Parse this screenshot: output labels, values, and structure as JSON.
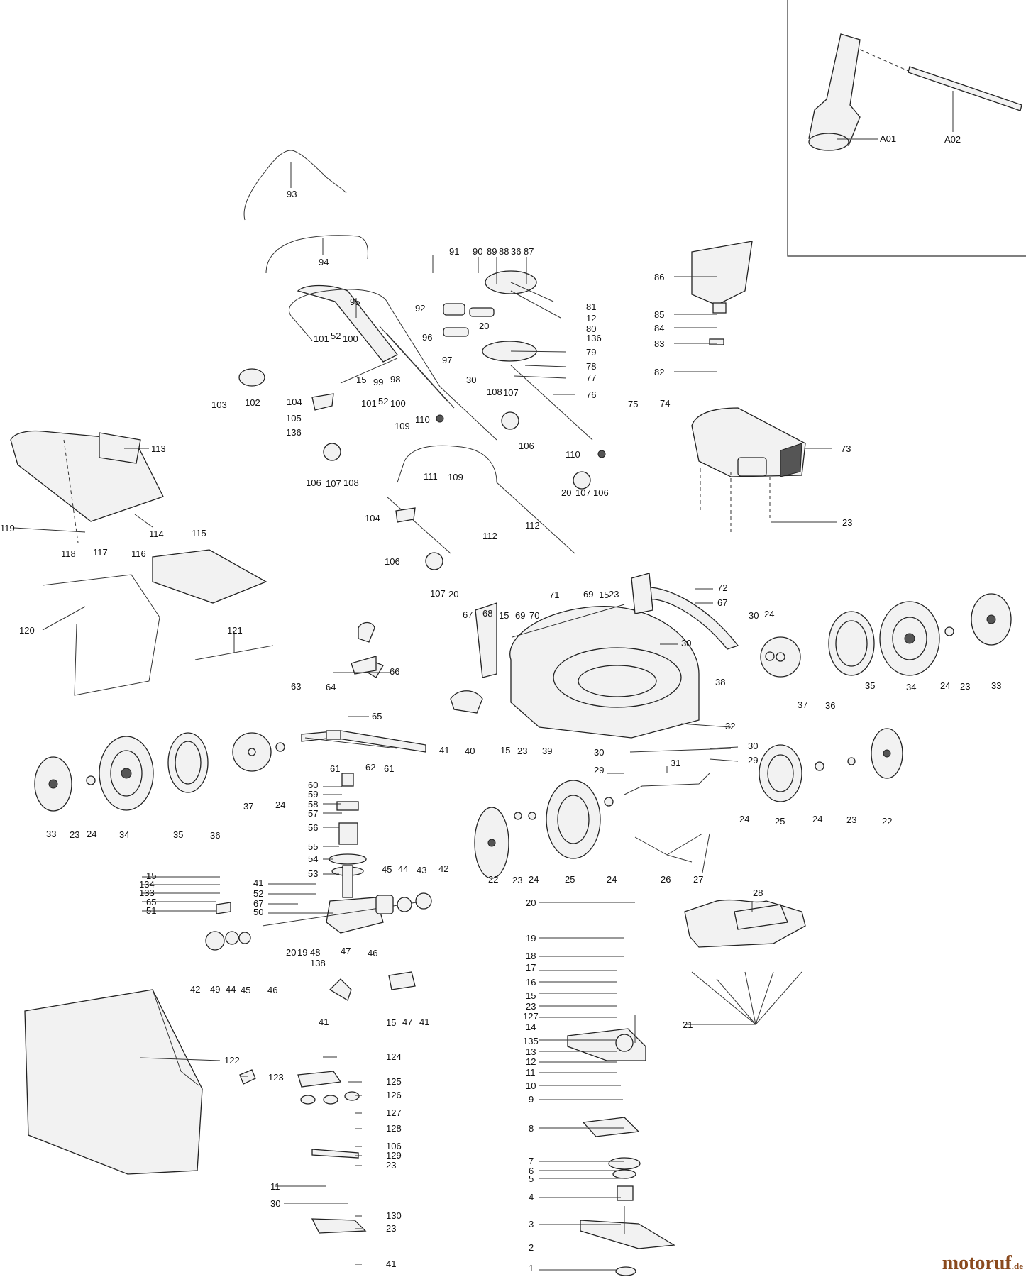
{
  "brand": {
    "name": "motoruf",
    "suffix": ".de",
    "color": "#8a4a1e"
  },
  "callouts": {
    "p1": "1",
    "p2": "2",
    "p3": "3",
    "p4": "4",
    "p5": "5",
    "p6": "6",
    "p7": "7",
    "p8": "8",
    "p9": "9",
    "p10": "10",
    "p11": "11",
    "p12": "12",
    "p13": "13",
    "p14": "14",
    "p15": "15",
    "p16": "16",
    "p17": "17",
    "p18": "18",
    "p19": "19",
    "p20": "20",
    "p21": "21",
    "p22": "22",
    "p23": "23",
    "p24": "24",
    "p25": "25",
    "p26": "26",
    "p27": "27",
    "p28": "28",
    "p29": "29",
    "p30": "30",
    "p31": "31",
    "p32": "32",
    "p33": "33",
    "p34": "34",
    "p35": "35",
    "p36": "36",
    "p37": "37",
    "p38": "38",
    "p39": "39",
    "p40": "40",
    "p41": "41",
    "p42": "42",
    "p43": "43",
    "p44": "44",
    "p45": "45",
    "p46": "46",
    "p47": "47",
    "p48": "48",
    "p49": "49",
    "p50": "50",
    "p51": "51",
    "p52": "52",
    "p53": "53",
    "p54": "54",
    "p55": "55",
    "p56": "56",
    "p57": "57",
    "p58": "58",
    "p59": "59",
    "p60": "60",
    "p61": "61",
    "p62": "62",
    "p63": "63",
    "p64": "64",
    "p65": "65",
    "p66": "66",
    "p67": "67",
    "p68": "68",
    "p69": "69",
    "p70": "70",
    "p71": "71",
    "p72": "72",
    "p73": "73",
    "p74": "74",
    "p75": "75",
    "p76": "76",
    "p77": "77",
    "p78": "78",
    "p79": "79",
    "p80": "80",
    "p81": "81",
    "p82": "82",
    "p83": "83",
    "p84": "84",
    "p85": "85",
    "p86": "86",
    "p87": "87",
    "p88": "88",
    "p89": "89",
    "p90": "90",
    "p91": "91",
    "p92": "92",
    "p93": "93",
    "p94": "94",
    "p95": "95",
    "p96": "96",
    "p97": "97",
    "p98": "98",
    "p99": "99",
    "p100": "100",
    "p101": "101",
    "p102": "102",
    "p103": "103",
    "p104": "104",
    "p105": "105",
    "p106": "106",
    "p107": "107",
    "p108": "108",
    "p109": "109",
    "p110": "110",
    "p111": "111",
    "p112": "112",
    "p113": "113",
    "p114": "114",
    "p115": "115",
    "p116": "116",
    "p117": "117",
    "p118": "118",
    "p119": "119",
    "p120": "120",
    "p121": "121",
    "p122": "122",
    "p123": "123",
    "p124": "124",
    "p125": "125",
    "p126": "126",
    "p127": "127",
    "p128": "128",
    "p129": "129",
    "p130": "130",
    "p133": "133",
    "p134": "134",
    "p135": "135",
    "p136": "136",
    "p138": "138",
    "a01": "A01",
    "a02": "A02"
  }
}
